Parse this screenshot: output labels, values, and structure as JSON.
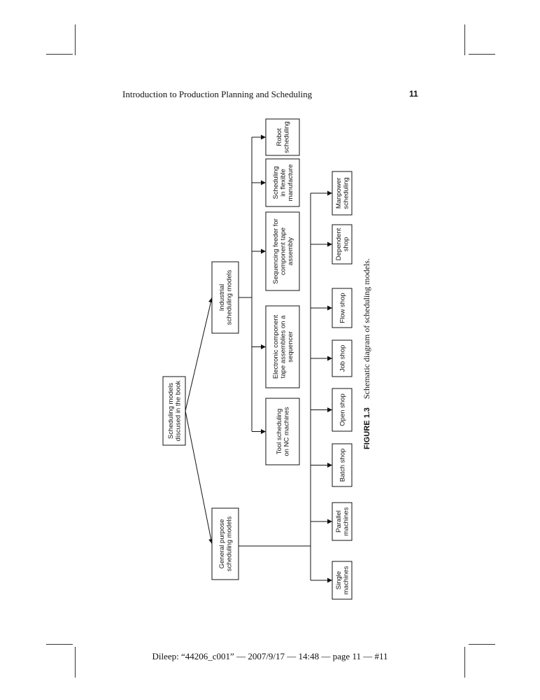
{
  "page": {
    "running_title": "Introduction to Production Planning and Scheduling",
    "page_number": "11",
    "footer": "Dileep: “44206_c001” — 2007/9/17 — 14:48 — page 11 — #11"
  },
  "figure": {
    "caption_label": "FIGURE 1.3",
    "caption_text": "Schematic diagram of scheduling models.",
    "root": {
      "lines": [
        "Scheduling models",
        "discused in the book"
      ]
    },
    "general": {
      "lines": [
        "General purpose",
        "scheduling models"
      ]
    },
    "industrial": {
      "lines": [
        "Industrial",
        "scheduling models"
      ]
    },
    "industrial_children": [
      {
        "lines": [
          "Tool scheduling",
          "on NC machines"
        ]
      },
      {
        "lines": [
          "Electronic component",
          "tape assemblies on a",
          "sequencer"
        ]
      },
      {
        "lines": [
          "Sequencing feeder for",
          "component tape",
          "assembly"
        ]
      },
      {
        "lines": [
          "Scheduling",
          "in flexible",
          "manufacture"
        ]
      },
      {
        "lines": [
          "Robot",
          "scheduling"
        ]
      }
    ],
    "general_children": [
      {
        "lines": [
          "Single",
          "machines"
        ]
      },
      {
        "lines": [
          "Parallel",
          "machines"
        ]
      },
      {
        "lines": [
          "Batch shop"
        ]
      },
      {
        "lines": [
          "Open shop"
        ]
      },
      {
        "lines": [
          "Job shop"
        ]
      },
      {
        "lines": [
          "Flow shop"
        ]
      },
      {
        "lines": [
          "Dependent",
          "shop"
        ]
      },
      {
        "lines": [
          "Manpower",
          "scheduling"
        ]
      }
    ]
  }
}
